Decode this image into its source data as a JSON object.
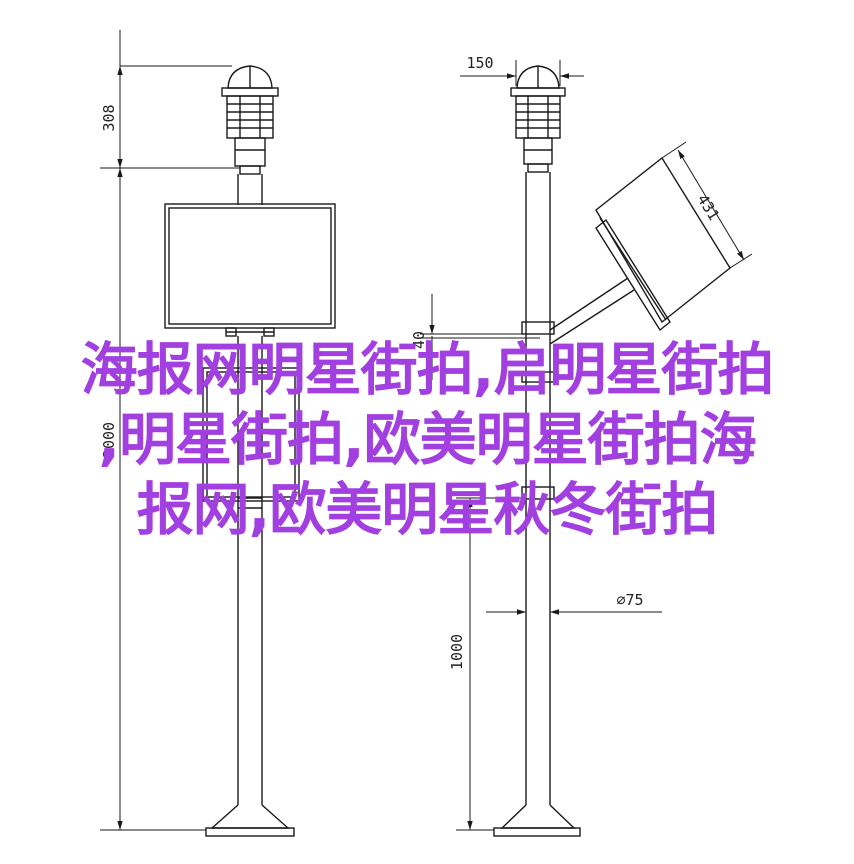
{
  "drawing": {
    "line_color": "#1a1a1a",
    "dimensions": {
      "sensor_height": "308",
      "sensor_width": "150",
      "panel_size": "431",
      "panel_offset": "40",
      "total_height": "3000",
      "pole_diameter": "⌀75",
      "mount_height": "1000"
    }
  },
  "watermark": {
    "color": "#a23fe0",
    "lines": [
      "海报网明星街拍,启明星街拍",
      ",明星街拍,欧美明星街拍海",
      "报网,欧美明星秋冬街拍"
    ]
  }
}
